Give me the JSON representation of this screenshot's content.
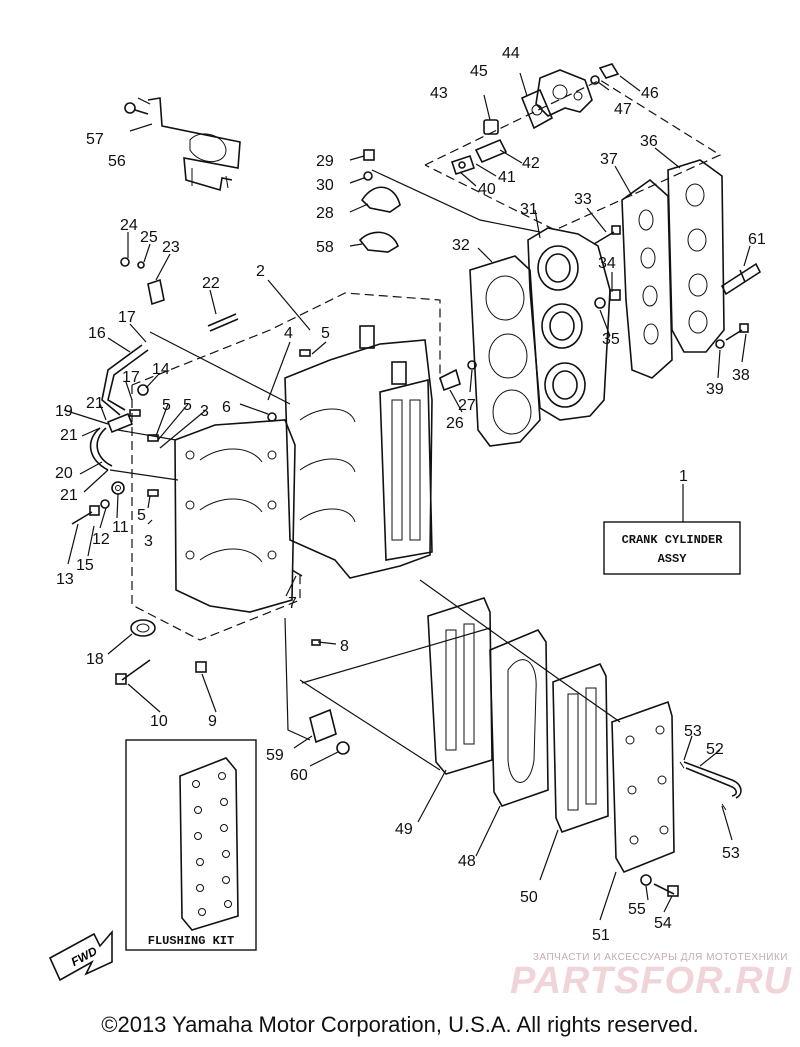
{
  "callouts": [
    "1",
    "2",
    "3",
    "3",
    "4",
    "5",
    "5",
    "5",
    "5",
    "6",
    "7",
    "8",
    "9",
    "10",
    "11",
    "12",
    "13",
    "14",
    "15",
    "16",
    "17",
    "17",
    "18",
    "19",
    "20",
    "21",
    "21",
    "21",
    "22",
    "23",
    "24",
    "25",
    "26",
    "27",
    "28",
    "29",
    "30",
    "31",
    "32",
    "33",
    "34",
    "35",
    "36",
    "37",
    "38",
    "39",
    "40",
    "41",
    "42",
    "43",
    "44",
    "45",
    "46",
    "47",
    "48",
    "49",
    "50",
    "51",
    "51",
    "52",
    "53",
    "53",
    "54",
    "55",
    "56",
    "57",
    "58",
    "59",
    "60",
    "61"
  ],
  "assembly_box": {
    "line1": "CRANK CYLINDER",
    "line2": "ASSY"
  },
  "kit_box": {
    "label": "FLUSHING KIT"
  },
  "fwd_arrow": {
    "label": "FWD"
  },
  "watermark": {
    "tagline": "ЗАПЧАСТИ И АКСЕССУАРЫ ДЛЯ МОТОТЕХНИКИ",
    "logo": "PARTSFOR.RU"
  },
  "copyright": "©2013 Yamaha Motor Corporation, U.S.A. All rights reserved."
}
